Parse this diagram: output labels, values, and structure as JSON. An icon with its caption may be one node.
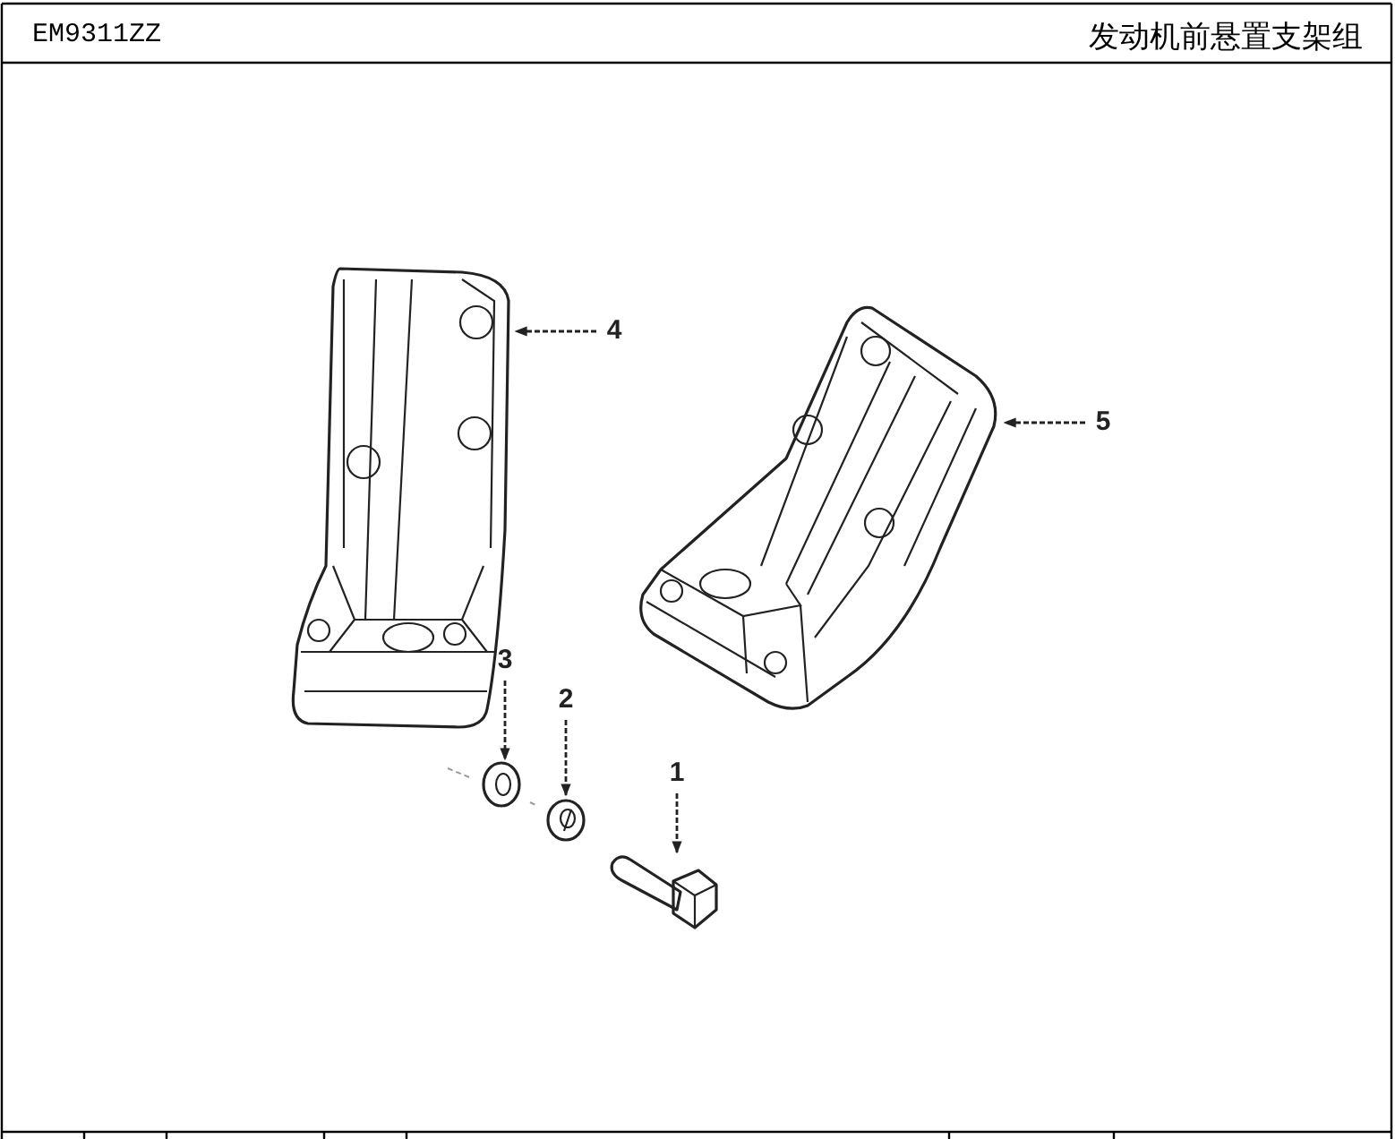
{
  "diagram": {
    "title": "发动机前悬置支架组",
    "nodes": [
      {
        "text": [],
        "shape": "picture"
      },
      {
        "text": [],
        "shape": "picture"
      },
      {
        "text": [],
        "shape": "picture"
      },
      {
        "text": [],
        "shape": "picture"
      },
      {
        "text": [],
        "shape": "picture"
      },
      {
        "text": [
          "4"
        ]
      },
      {
        "text": [
          "5"
        ]
      },
      {
        "text": [
          "3"
        ]
      },
      {
        "text": [
          "2"
        ]
      },
      {
        "text": [
          "1"
        ]
      }
    ],
    "edges": [
      {
        "from": 5,
        "to": 0,
        "arrow": "to",
        "style": "dashed"
      },
      {
        "from": 6,
        "to": 1,
        "arrow": "to",
        "style": "dashed"
      },
      {
        "from": 7,
        "to": 2,
        "arrow": "to",
        "style": "dashed"
      },
      {
        "from": 8,
        "to": 3,
        "arrow": "to",
        "style": "dashed"
      },
      {
        "from": 9,
        "to": 4,
        "arrow": "to",
        "style": "dashed"
      }
    ],
    "labels": [
      "EM9311ZZ"
    ]
  }
}
